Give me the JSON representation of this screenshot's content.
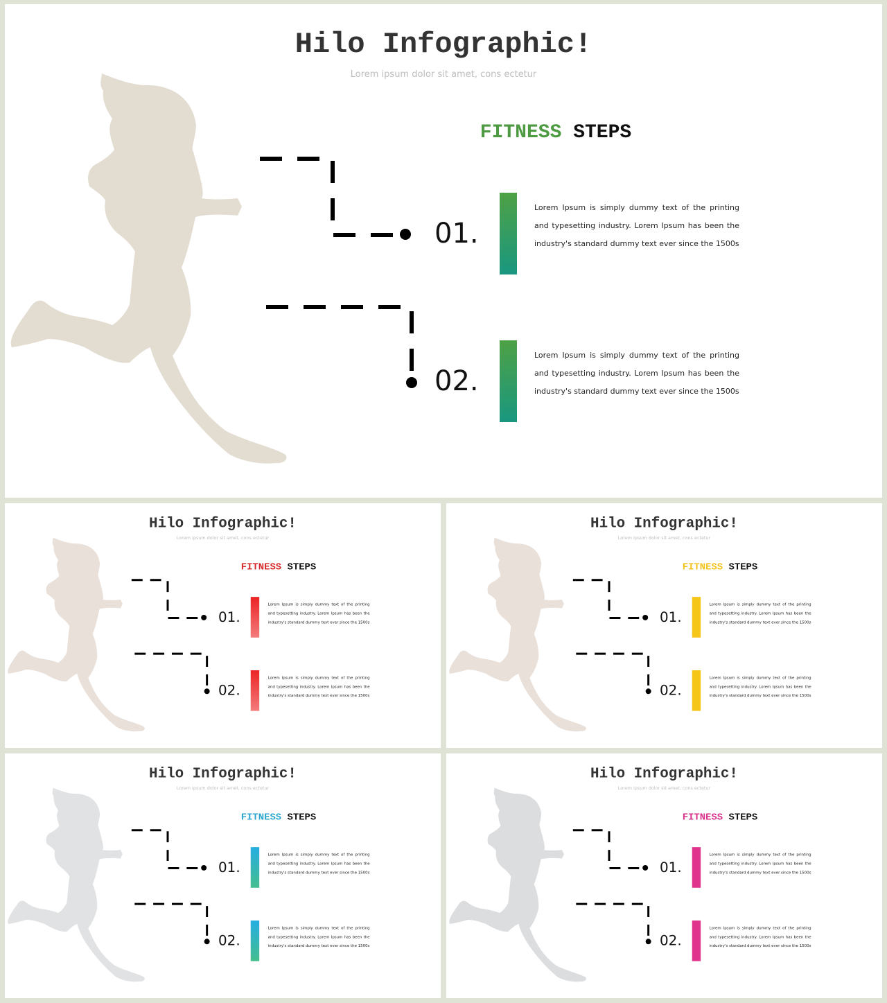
{
  "slides": [
    {
      "title": "Hilo Infographic!",
      "subtitle": "Lorem ipsum dolor sit amet, cons ectetur",
      "heading": {
        "accent": "FITNESS",
        "rest": "STEPS",
        "accent_color": "#4e9a43"
      },
      "runner_color": "#e3ddd1",
      "bar_gradient": [
        "#4ea145",
        "#19977f"
      ],
      "steps": [
        {
          "number": "01.",
          "text": "Lorem Ipsum is simply dummy text of the printing and typesetting industry. Lorem Ipsum has been the industry's standard dummy text ever since the 1500s"
        },
        {
          "number": "02.",
          "text": "Lorem Ipsum is simply dummy text of the printing and typesetting industry. Lorem Ipsum has been the industry's standard dummy text ever since the 1500s"
        }
      ]
    },
    {
      "title": "Hilo Infographic!",
      "subtitle": "Lorem ipsum dolor sit amet, cons ectetur",
      "heading": {
        "accent": "FITNESS",
        "rest": "STEPS",
        "accent_color": "#d42a2a"
      },
      "runner_color": "#e9e0da",
      "bar_gradient": [
        "#ec2424",
        "#f27c7c"
      ],
      "steps": [
        {
          "number": "01.",
          "text": "Lorem Ipsum is simply dummy text of the printing and typesetting industry. Lorem Ipsum has been the industry's standard dummy text ever since the 1500s"
        },
        {
          "number": "02.",
          "text": "Lorem Ipsum is simply dummy text of the printing and typesetting industry. Lorem Ipsum has been the industry's standard dummy text ever since the 1500s"
        }
      ]
    },
    {
      "title": "Hilo Infographic!",
      "subtitle": "Lorem ipsum dolor sit amet, cons ectetur",
      "heading": {
        "accent": "FITNESS",
        "rest": "STEPS",
        "accent_color": "#f2c21a"
      },
      "runner_color": "#e9e0da",
      "bar_gradient": [
        "#f5c518",
        "#f5c518"
      ],
      "steps": [
        {
          "number": "01.",
          "text": "Lorem Ipsum is simply dummy text of the printing and typesetting industry. Lorem Ipsum has been the industry's standard dummy text ever since the 1500s"
        },
        {
          "number": "02.",
          "text": "Lorem Ipsum is simply dummy text of the printing and typesetting industry. Lorem Ipsum has been the industry's standard dummy text ever since the 1500s"
        }
      ]
    },
    {
      "title": "Hilo Infographic!",
      "subtitle": "Lorem ipsum dolor sit amet, cons ectetur",
      "heading": {
        "accent": "FITNESS",
        "rest": "STEPS",
        "accent_color": "#2aa6cf"
      },
      "runner_color": "#e0e2e3",
      "bar_gradient": [
        "#26aee2",
        "#45bd8e"
      ],
      "steps": [
        {
          "number": "01.",
          "text": "Lorem Ipsum is simply dummy text of the printing and typesetting industry. Lorem Ipsum has been the industry's standard dummy text ever since the 1500s"
        },
        {
          "number": "02.",
          "text": "Lorem Ipsum is simply dummy text of the printing and typesetting industry. Lorem Ipsum has been the industry's standard dummy text ever since the 1500s"
        }
      ]
    },
    {
      "title": "Hilo Infographic!",
      "subtitle": "Lorem ipsum dolor sit amet, cons ectetur",
      "heading": {
        "accent": "FITNESS",
        "rest": "STEPS",
        "accent_color": "#d82f8a"
      },
      "runner_color": "#dcdddf",
      "bar_gradient": [
        "#e0338c",
        "#e0338c"
      ],
      "steps": [
        {
          "number": "01.",
          "text": "Lorem Ipsum is simply dummy text of the printing and typesetting industry. Lorem Ipsum has been the industry's standard dummy text ever since the 1500s"
        },
        {
          "number": "02.",
          "text": "Lorem Ipsum is simply dummy text of the printing and typesetting industry. Lorem Ipsum has been the industry's standard dummy text ever since the 1500s"
        }
      ]
    }
  ]
}
